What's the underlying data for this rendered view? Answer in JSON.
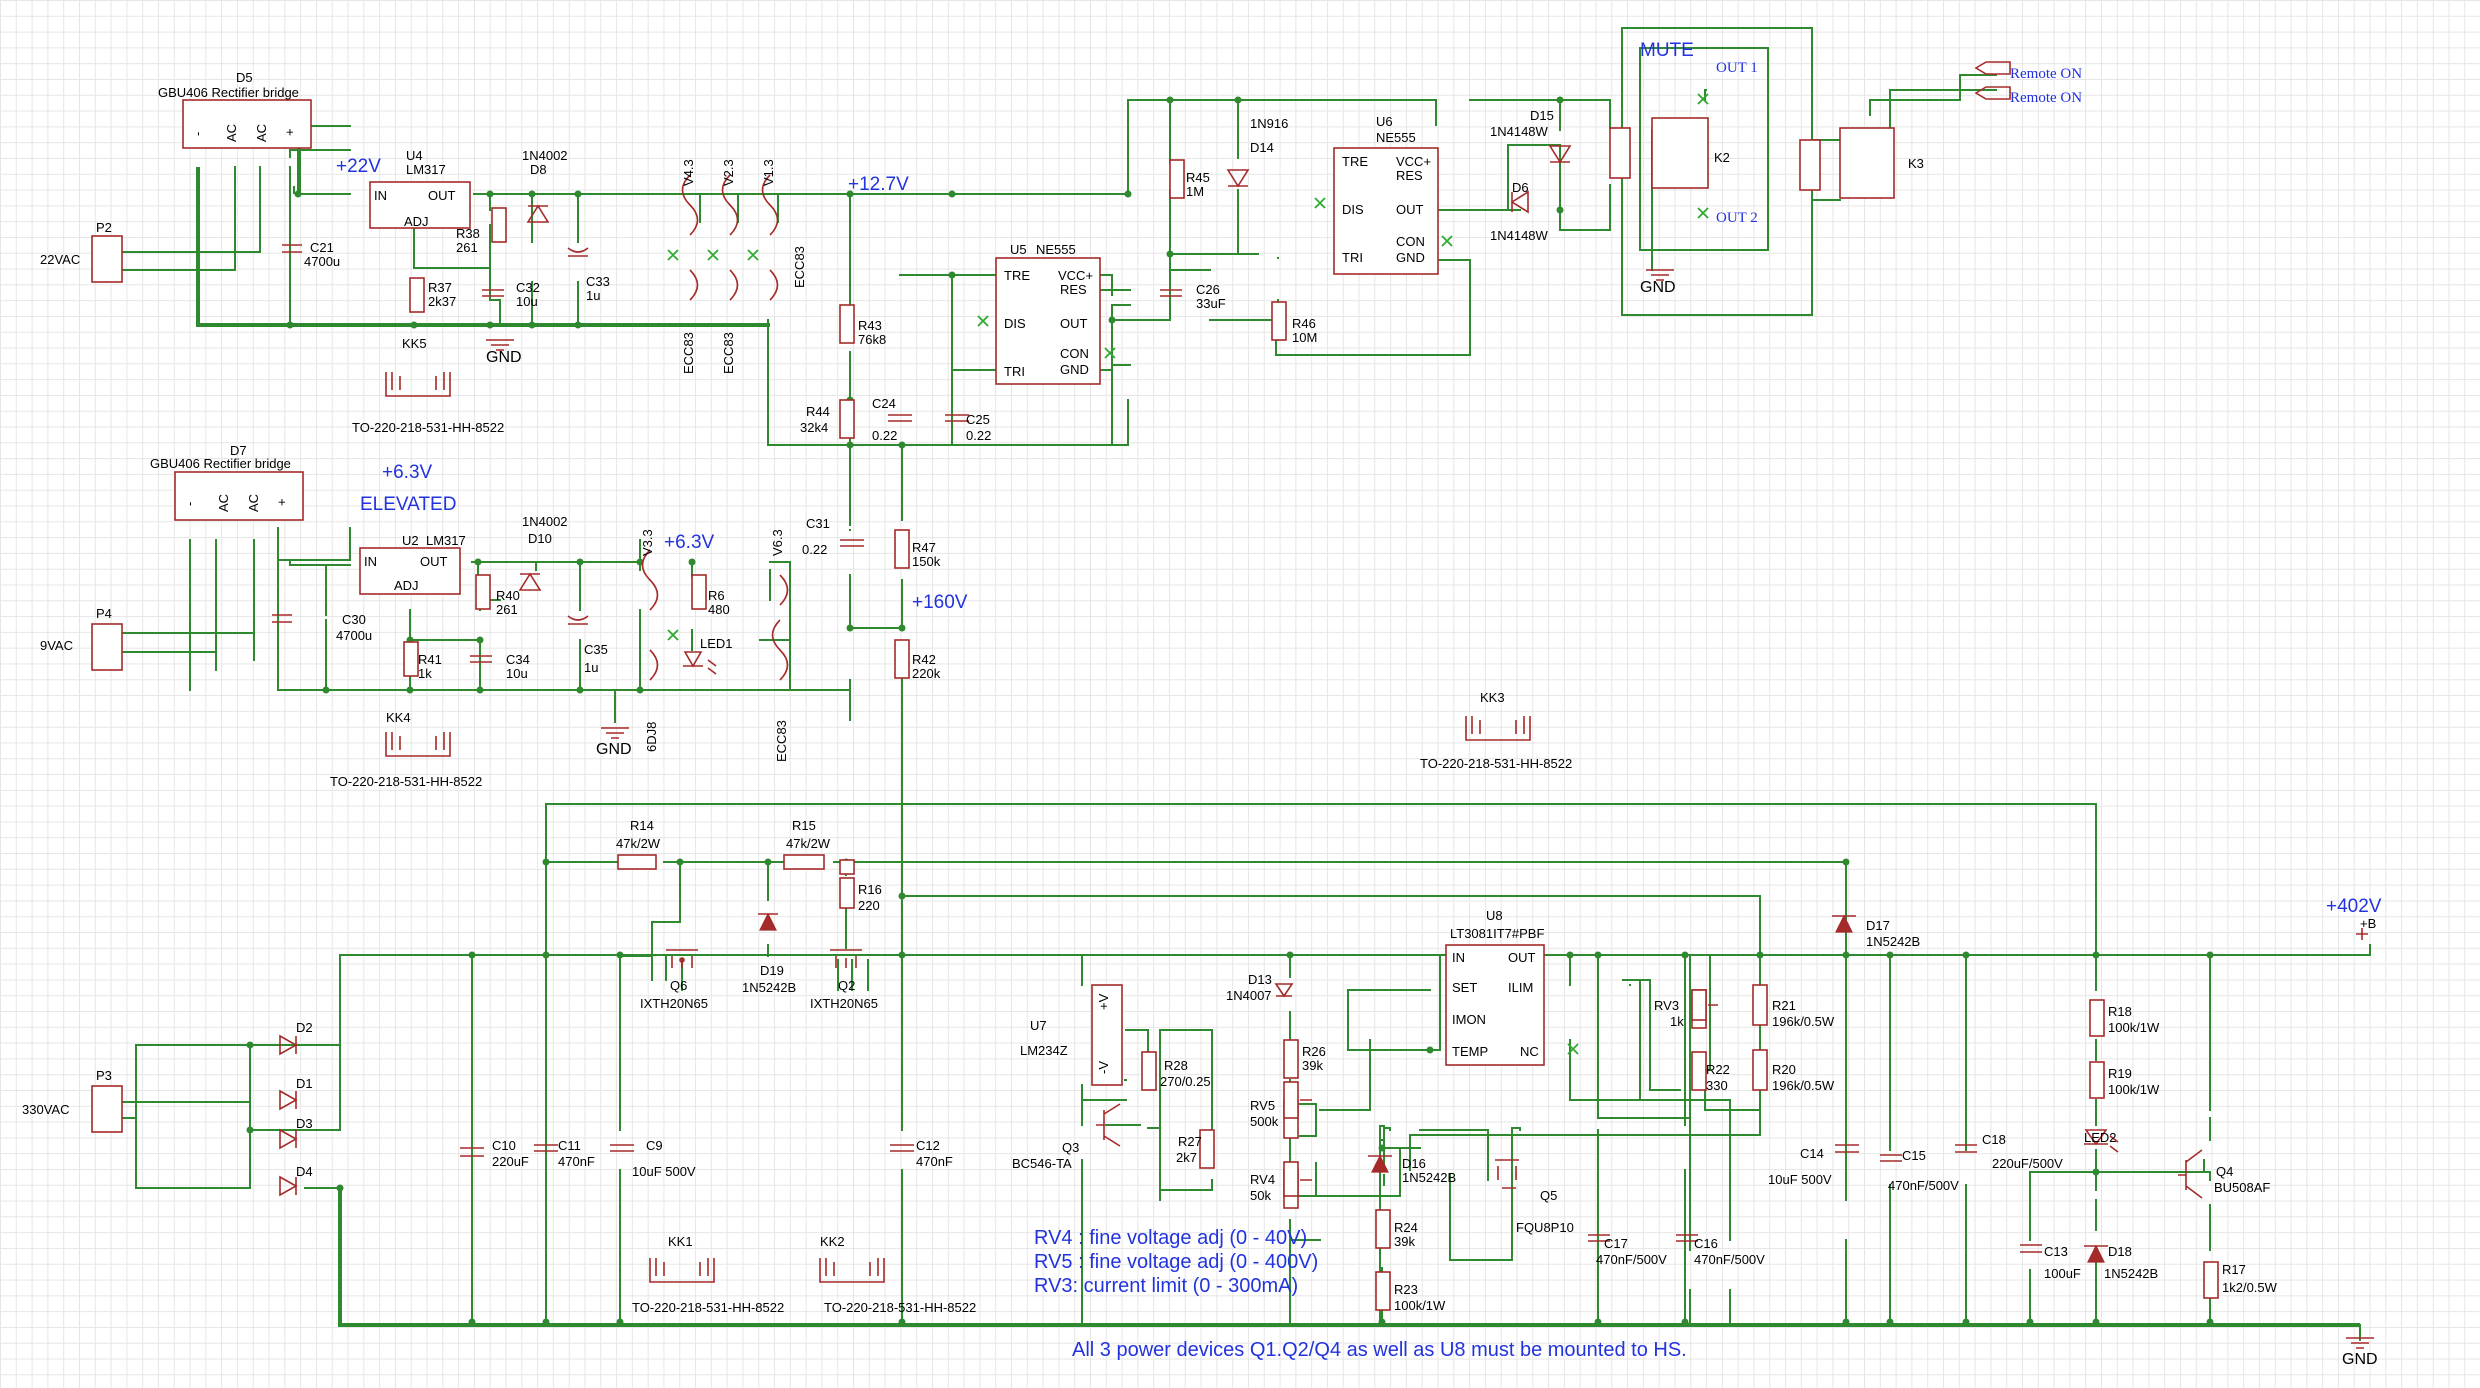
{
  "components": {
    "P2": {
      "ref": "P2",
      "label": "22VAC"
    },
    "P4": {
      "ref": "P4",
      "label": "9VAC"
    },
    "P3": {
      "ref": "P3",
      "label": "330VAC"
    },
    "D5": {
      "ref": "D5",
      "value": "GBU406 Rectifier bridge"
    },
    "D7": {
      "ref": "D7",
      "value": "GBU406 Rectifier bridge"
    },
    "U4": {
      "ref": "U4",
      "value": "LM317"
    },
    "U2": {
      "ref": "U2",
      "value": "LM317"
    },
    "D8": {
      "ref": "D8",
      "value": "1N4002"
    },
    "D10": {
      "ref": "D10",
      "value": "1N4002"
    },
    "R38": {
      "ref": "R38",
      "value": "261"
    },
    "R37": {
      "ref": "R37",
      "value": "2k37"
    },
    "C32": {
      "ref": "C32",
      "value": "10u"
    },
    "C33": {
      "ref": "C33",
      "value": "1u"
    },
    "C21": {
      "ref": "C21",
      "value": "4700u"
    },
    "R40": {
      "ref": "R40",
      "value": "261"
    },
    "R41": {
      "ref": "R41",
      "value": "1k"
    },
    "C34": {
      "ref": "C34",
      "value": "10u"
    },
    "C35": {
      "ref": "C35",
      "value": "1u"
    },
    "C30": {
      "ref": "C30",
      "value": "4700u"
    },
    "R6": {
      "ref": "R6",
      "value": "480"
    },
    "LED1": {
      "ref": "LED1"
    },
    "R43": {
      "ref": "R43",
      "value": "76k8"
    },
    "R44": {
      "ref": "R44",
      "value": "32k4"
    },
    "C24": {
      "ref": "C24",
      "value": "0.22"
    },
    "C25": {
      "ref": "C25",
      "value": "0.22"
    },
    "C31": {
      "ref": "C31",
      "value": "0.22"
    },
    "R47": {
      "ref": "R47",
      "value": "150k"
    },
    "R42": {
      "ref": "R42",
      "value": "220k"
    },
    "U5": {
      "ref": "U5",
      "value": "NE555"
    },
    "U6": {
      "ref": "U6",
      "value": "NE555"
    },
    "R45": {
      "ref": "R45",
      "value": "1M"
    },
    "D14": {
      "ref": "D14",
      "value": "1N916"
    },
    "C26": {
      "ref": "C26",
      "value": "33uF"
    },
    "R46": {
      "ref": "R46",
      "value": "10M"
    },
    "D6": {
      "ref": "D6",
      "value": "1N4148W"
    },
    "D15": {
      "ref": "D15",
      "value": "1N4148W"
    },
    "K2": {
      "ref": "K2"
    },
    "K3": {
      "ref": "K3"
    },
    "KK5": {
      "ref": "KK5",
      "value": "TO-220-218-531-HH-8522"
    },
    "KK4": {
      "ref": "KK4",
      "value": "TO-220-218-531-HH-8522"
    },
    "KK3": {
      "ref": "KK3",
      "value": "TO-220-218-531-HH-8522"
    },
    "KK1": {
      "ref": "KK1",
      "value": "TO-220-218-531-HH-8522"
    },
    "KK2": {
      "ref": "KK2",
      "value": "TO-220-218-531-HH-8522"
    },
    "R14": {
      "ref": "R14",
      "value": "47k/2W"
    },
    "R15": {
      "ref": "R15",
      "value": "47k/2W"
    },
    "R16": {
      "ref": "R16",
      "value": "220"
    },
    "Q6": {
      "ref": "Q6",
      "value": "IXTH20N65"
    },
    "Q2": {
      "ref": "Q2",
      "value": "IXTH20N65"
    },
    "D19": {
      "ref": "D19",
      "value": "1N5242B"
    },
    "D17": {
      "ref": "D17",
      "value": "1N5242B"
    },
    "D18": {
      "ref": "D18",
      "value": "1N5242B"
    },
    "D16": {
      "ref": "D16",
      "value": "1N5242B"
    },
    "D1": {
      "ref": "D1"
    },
    "D2": {
      "ref": "D2"
    },
    "D3": {
      "ref": "D3"
    },
    "D4": {
      "ref": "D4"
    },
    "C10": {
      "ref": "C10",
      "value": "220uF"
    },
    "C11": {
      "ref": "C11",
      "value": "470nF"
    },
    "C9": {
      "ref": "C9",
      "value": "10uF 500V"
    },
    "C12": {
      "ref": "C12",
      "value": "470nF"
    },
    "U7": {
      "ref": "U7",
      "value": "LM234Z"
    },
    "R28": {
      "ref": "R28",
      "value": "270/0.25"
    },
    "R27": {
      "ref": "R27",
      "value": "2k7"
    },
    "Q3": {
      "ref": "Q3",
      "value": "BC546-TA"
    },
    "D13": {
      "ref": "D13",
      "value": "1N4007"
    },
    "R26": {
      "ref": "R26",
      "value": "39k"
    },
    "RV5": {
      "ref": "RV5",
      "value": "500k"
    },
    "RV4": {
      "ref": "RV4",
      "value": "50k"
    },
    "R24": {
      "ref": "R24",
      "value": "39k"
    },
    "R23": {
      "ref": "R23",
      "value": "100k/1W"
    },
    "Q5": {
      "ref": "Q5",
      "value": "FQU8P10"
    },
    "U8": {
      "ref": "U8",
      "value": "LT3081IT7#PBF"
    },
    "C17": {
      "ref": "C17",
      "value": "470nF/500V"
    },
    "C16": {
      "ref": "C16",
      "value": "470nF/500V"
    },
    "RV3": {
      "ref": "RV3",
      "value": "1k"
    },
    "R22": {
      "ref": "R22",
      "value": "330"
    },
    "R21": {
      "ref": "R21",
      "value": "196k/0.5W"
    },
    "R20": {
      "ref": "R20",
      "value": "196k/0.5W"
    },
    "C14": {
      "ref": "C14",
      "value": "10uF 500V"
    },
    "C15": {
      "ref": "C15",
      "value": "470nF/500V"
    },
    "C18": {
      "ref": "C18",
      "value": "220uF/500V"
    },
    "C13": {
      "ref": "C13",
      "value": "100uF"
    },
    "R18": {
      "ref": "R18",
      "value": "100k/1W"
    },
    "R19": {
      "ref": "R19",
      "value": "100k/1W"
    },
    "LED2": {
      "ref": "LED2"
    },
    "Q4": {
      "ref": "Q4",
      "value": "BU508AF"
    },
    "R17": {
      "ref": "R17",
      "value": "1k2/0.5W"
    }
  },
  "tubes": {
    "v43": "V4.3",
    "v23": "V2.3",
    "v13": "V1.3",
    "v33": "V3.3",
    "v63": "V6.3",
    "ecc83": "ECC83",
    "dj8": "6DJ8"
  },
  "nets": {
    "v22": "+22V",
    "v127": "+12.7V",
    "v63": "+6.3V",
    "v63e": "+6.3V",
    "elevated": "ELEVATED",
    "v160": "+160V",
    "v402": "+402V",
    "b": "+B",
    "gnd": "GND",
    "mute": "MUTE"
  },
  "remote": {
    "on1": "Remote ON",
    "on2": "Remote ON",
    "out1": "OUT 1",
    "out2": "OUT 2"
  },
  "pins": {
    "lm_in": "IN",
    "lm_out": "OUT",
    "lm_adj": "ADJ",
    "tre": "TRE",
    "dis": "DIS",
    "tri": "TRI",
    "vcc": "VCC+",
    "res": "RES",
    "out": "OUT",
    "con": "CON",
    "gnd": "GND",
    "set": "SET",
    "imon": "IMON",
    "temp": "TEMP",
    "ilim": "ILIM",
    "nc": "NC",
    "ac": "AC",
    "plus": "+",
    "minus": "-",
    "pv": "+V",
    "mv": "-V"
  },
  "notes": {
    "rv4": "RV4 : fine voltage adj (0 - 40V)",
    "rv5": "RV5 : fine voltage adj (0 - 400V)",
    "rv3": "RV3: current limit (0 - 300mA)",
    "hs": "All 3 power devices Q1.Q2/Q4 as well as U8 must be mounted to HS."
  }
}
